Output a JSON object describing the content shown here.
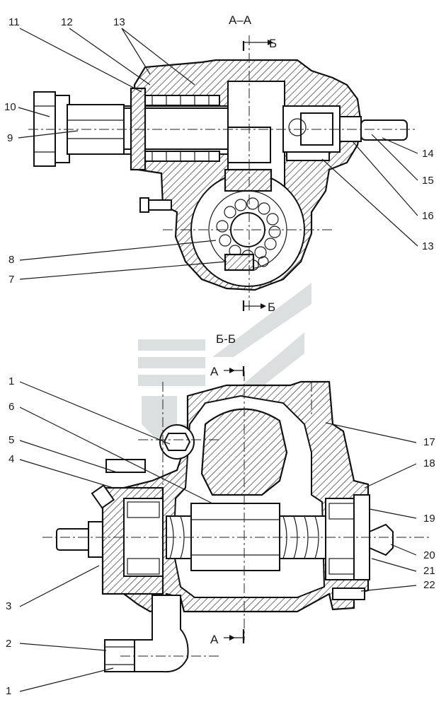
{
  "sections": {
    "top": "А–А",
    "top_cut": "Б",
    "bottom": "Б-Б",
    "bottom_cut": "А"
  },
  "callouts": [
    "1",
    "2",
    "3",
    "4",
    "5",
    "6",
    "7",
    "8",
    "9",
    "10",
    "11",
    "12",
    "13",
    "14",
    "15",
    "16",
    "17",
    "18",
    "19",
    "20",
    "21",
    "22"
  ],
  "watermark_icon": "company-logo-icon"
}
